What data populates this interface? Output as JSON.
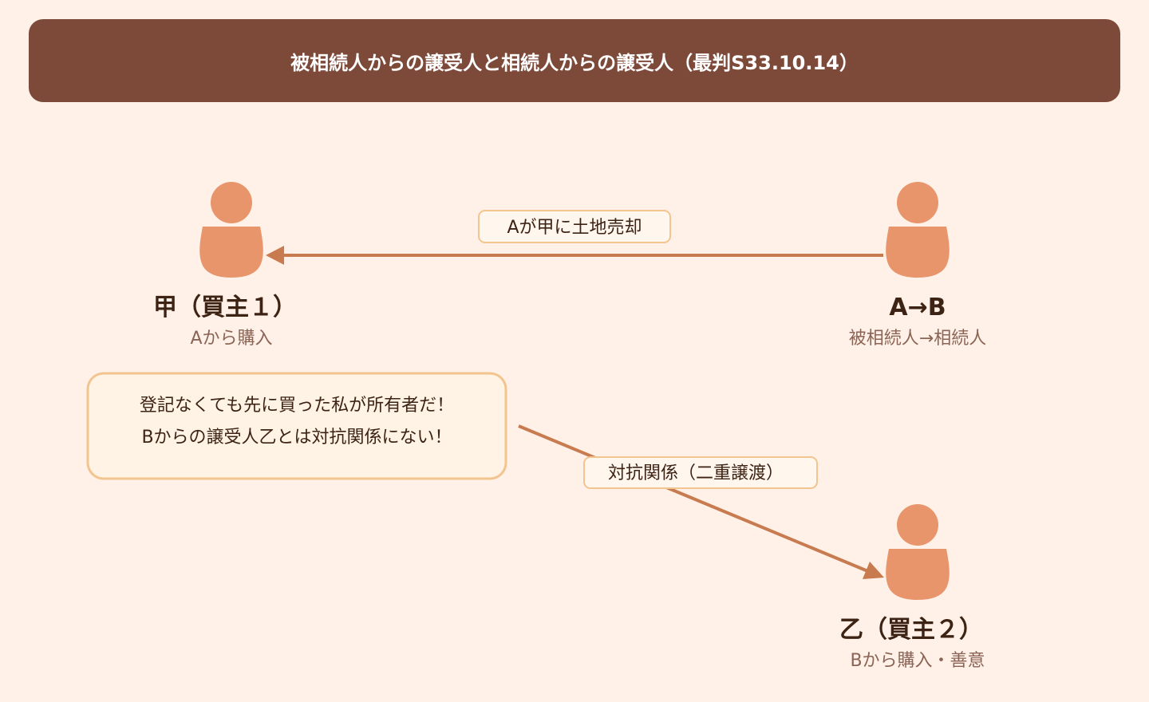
{
  "title": "被相続人からの譲受人と相続人からの譲受人（最判S33.10.14）",
  "persons": [
    {
      "name": "甲（買主１）",
      "sub": "Aから購入"
    },
    {
      "name": "A→B",
      "sub": "被相続人→相続人"
    },
    {
      "name": "乙（買主２）",
      "sub": "Bから購入・善意"
    }
  ],
  "arrows": [
    {
      "label": "Aが甲に土地売却"
    },
    {
      "label": "対抗関係（二重譲渡）"
    }
  ],
  "speech": {
    "lines": [
      "登記なくても先に買った私が所有者だ！",
      "Bからの譲受人乙とは対抗関係にない！"
    ]
  },
  "colors": {
    "background": "#FFF1E8",
    "header": "#7D4A3A",
    "person": "#E8956B",
    "arrow": "#C97B50",
    "box_border": "#F2C48F"
  }
}
